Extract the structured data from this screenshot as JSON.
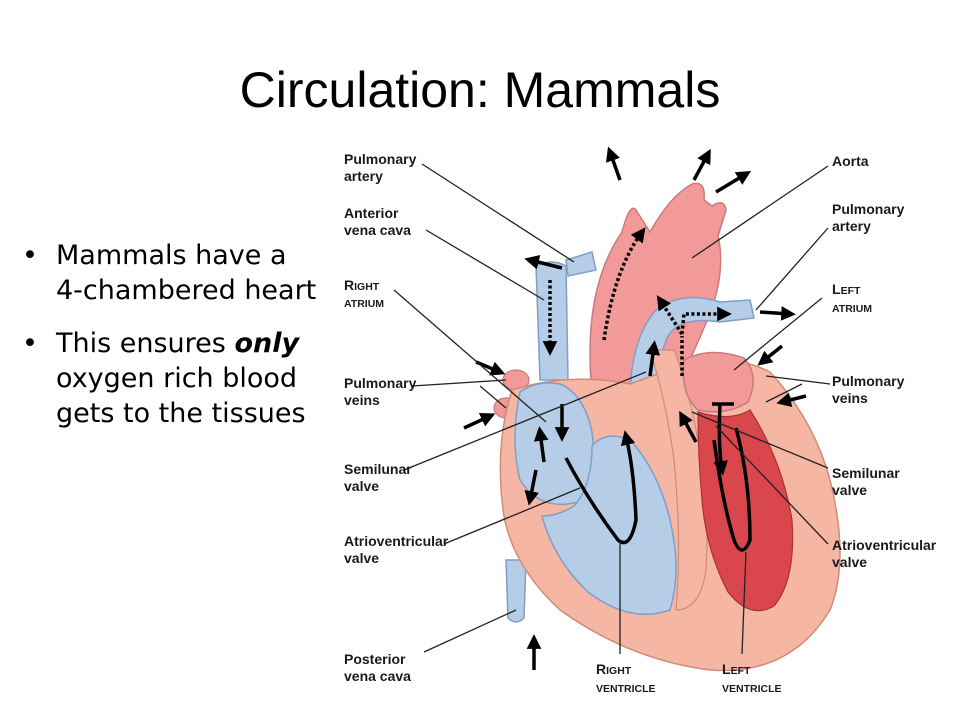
{
  "slide": {
    "title": "Circulation:  Mammals",
    "bullet_char": "•",
    "bullets": [
      {
        "text": "Mammals have a 4-chambered heart"
      },
      {
        "before": "This ensures ",
        "emphasis": "only",
        "after": " oxygen rich blood gets to the tissues"
      }
    ]
  },
  "diagram": {
    "labels": {
      "pulmonary_artery_left": [
        "Pulmonary",
        "artery"
      ],
      "anterior_vena_cava": [
        "Anterior",
        "vena cava"
      ],
      "right_atrium": {
        "cap1": "R",
        "rest1": "IGHT",
        "line2": "ATRIUM"
      },
      "pulmonary_veins_left": [
        "Pulmonary",
        "veins"
      ],
      "semilunar_valve_left": [
        "Semilunar",
        "valve"
      ],
      "av_valve_left": [
        "Atrioventricular",
        "valve"
      ],
      "posterior_vena_cava": [
        "Posterior",
        "vena cava"
      ],
      "right_ventricle": {
        "cap1": "R",
        "rest1": "IGHT",
        "line2": "VENTRICLE"
      },
      "left_ventricle": {
        "cap1": "L",
        "rest1": "EFT",
        "line2": "VENTRICLE"
      },
      "aorta": [
        "Aorta"
      ],
      "pulmonary_artery_right": [
        "Pulmonary",
        "artery"
      ],
      "left_atrium": {
        "cap1": "L",
        "rest1": "EFT",
        "line2": "ATRIUM"
      },
      "pulmonary_veins_right": [
        "Pulmonary",
        "veins"
      ],
      "semilunar_valve_right": [
        "Semilunar",
        "valve"
      ],
      "av_valve_right": [
        "Atrioventricular",
        "valve"
      ]
    },
    "colors": {
      "deoxygenated": "#b5cde6",
      "deoxygenated_edge": "#7f9fc4",
      "oxygenated": "#f29a9a",
      "oxygenated_dark": "#d9474d",
      "muscle": "#f6b6a4",
      "leader_line": "#222222",
      "arrow": "#000000"
    }
  }
}
